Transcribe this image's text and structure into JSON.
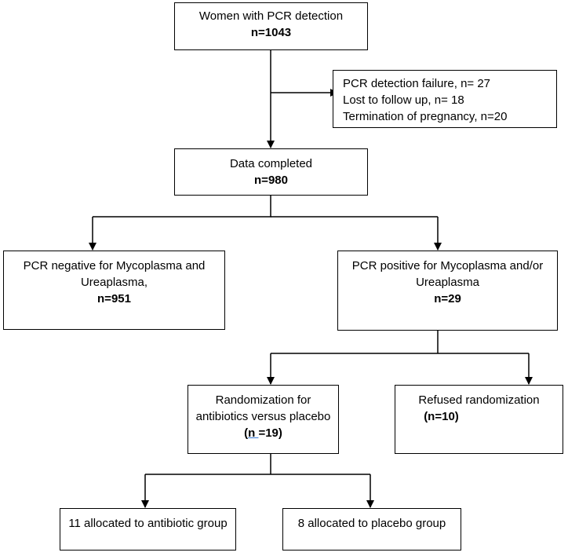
{
  "diagram": {
    "box_start": {
      "line1": "Women with PCR detection",
      "count": "n=1043"
    },
    "box_excluded": {
      "line1": "PCR detection failure, n= 27",
      "line2": "Lost to follow up, n= 18",
      "line3": "Termination of pregnancy, n=20"
    },
    "box_completed": {
      "line1": "Data completed",
      "count": "n=980"
    },
    "box_negative": {
      "line1": "PCR negative for Mycoplasma and",
      "line2": "Ureaplasma,",
      "count": "n=951"
    },
    "box_positive": {
      "line1": "PCR positive for Mycoplasma and/or",
      "line2": "Ureaplasma",
      "count": "n=29"
    },
    "box_randomization": {
      "line1": "Randomization for",
      "line2": "antibiotics versus placebo",
      "count_open": "(",
      "count_n": "n ",
      "count_rest": "=19)"
    },
    "box_refused": {
      "line1": "Refused randomization",
      "count": "(n=10)"
    },
    "box_antibiotic": {
      "line1": "11 allocated to antibiotic group"
    },
    "box_placebo": {
      "line1": "8 allocated to placebo group"
    }
  }
}
